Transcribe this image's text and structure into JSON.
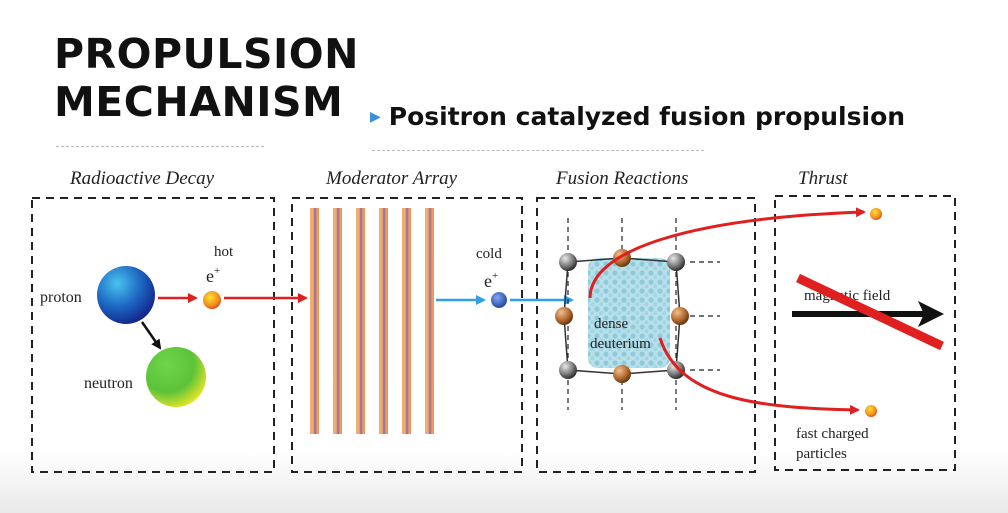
{
  "title": {
    "line1": "PROPULSION",
    "line2": "MECHANISM"
  },
  "subtitle": "Positron catalyzed fusion propulsion",
  "stages": [
    {
      "label": "Radioactive Decay"
    },
    {
      "label": "Moderator Array"
    },
    {
      "label": "Fusion Reactions"
    },
    {
      "label": "Thrust"
    }
  ],
  "labels": {
    "proton": "proton",
    "neutron": "neutron",
    "hot": "hot",
    "cold": "cold",
    "positron": "e",
    "positron_sup": "+",
    "dense": "dense",
    "deuterium": "deuterium",
    "magnetic_field": "magnetic field",
    "fast_charged": "fast charged",
    "particles": "particles"
  },
  "colors": {
    "arrow_red": "#e02020",
    "arrow_blue": "#2f9fe8",
    "bullet": "#3a8fd8",
    "deuterium_cloud": "#a8d6e0"
  }
}
